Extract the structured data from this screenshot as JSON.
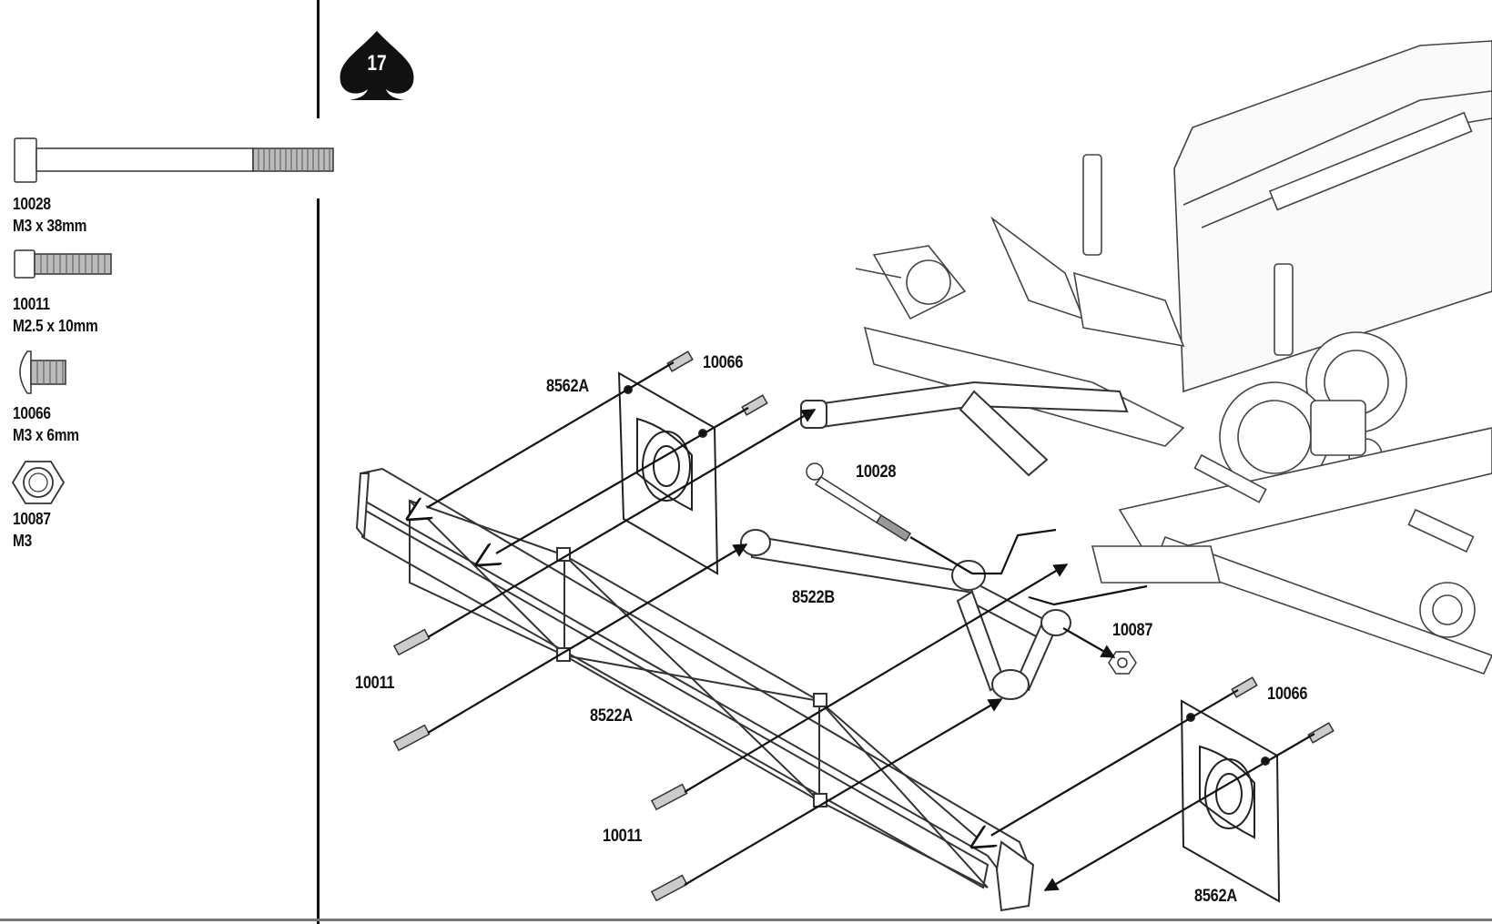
{
  "step": {
    "number": "17"
  },
  "hardware": [
    {
      "part": "10028",
      "size": "M3 x 38mm",
      "icon": "long-cap-screw-icon"
    },
    {
      "part": "10011",
      "size": "M2.5 x 10mm",
      "icon": "cap-screw-icon"
    },
    {
      "part": "10066",
      "size": "M3 x 6mm",
      "icon": "button-head-screw-icon"
    },
    {
      "part": "10087",
      "size": "M3",
      "icon": "lock-nut-icon"
    }
  ],
  "callouts": {
    "c8562a_top": "8562A",
    "c10066_top": "10066",
    "c10028": "10028",
    "c8522b": "8522B",
    "c10087": "10087",
    "c10011_left": "10011",
    "c8522a": "8522A",
    "c10066_bottom": "10066",
    "c10011_bottom": "10011",
    "c8562a_bottom": "8562A"
  },
  "colors": {
    "line": "#111111",
    "part_fill": "#ffffff",
    "thread": "#888888"
  }
}
